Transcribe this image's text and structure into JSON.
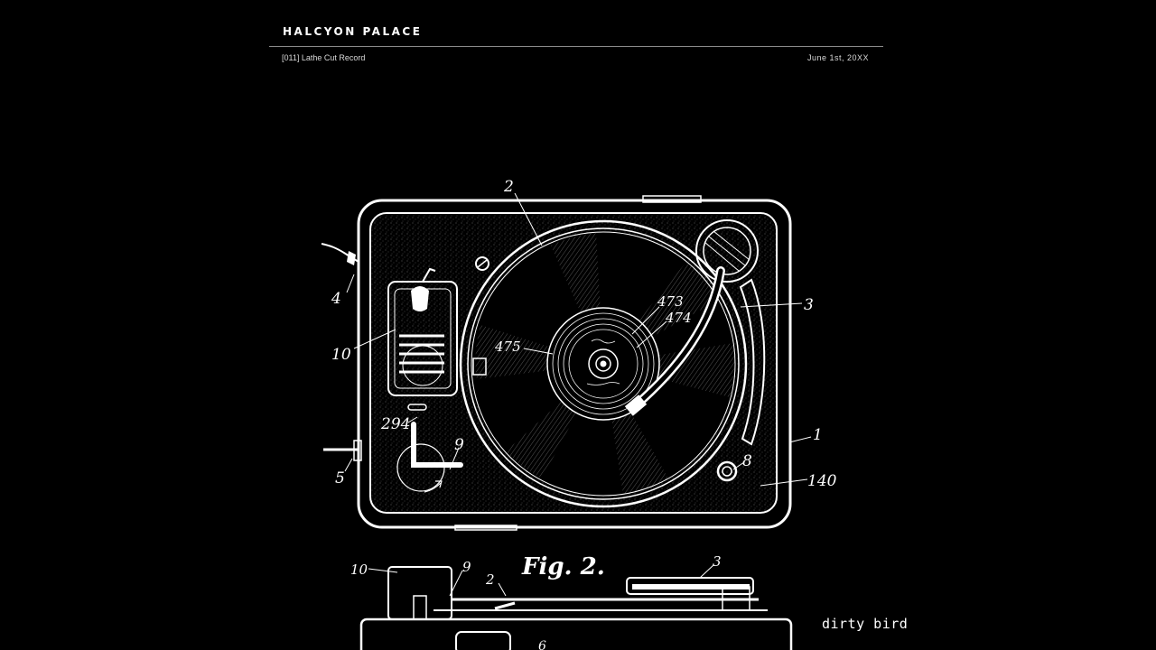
{
  "header": {
    "brand": "HALCYON PALACE",
    "subtitle": "[011] Lathe Cut Record",
    "date": "June 1st, 20XX"
  },
  "illustration": {
    "labels": {
      "l1": "1",
      "l2": "2",
      "l3": "3",
      "l4": "4",
      "l5": "5",
      "l8": "8",
      "l9": "9",
      "l10": "10",
      "l140": "140",
      "l294": "294",
      "l473": "473",
      "l474": "474",
      "l475": "475"
    },
    "fig_caption": "Fig. 2.",
    "fig2_labels": {
      "l10": "10",
      "l9": "9",
      "l2": "2",
      "l3": "3",
      "l6": "6"
    }
  },
  "logo": {
    "text": "dirty bird"
  }
}
